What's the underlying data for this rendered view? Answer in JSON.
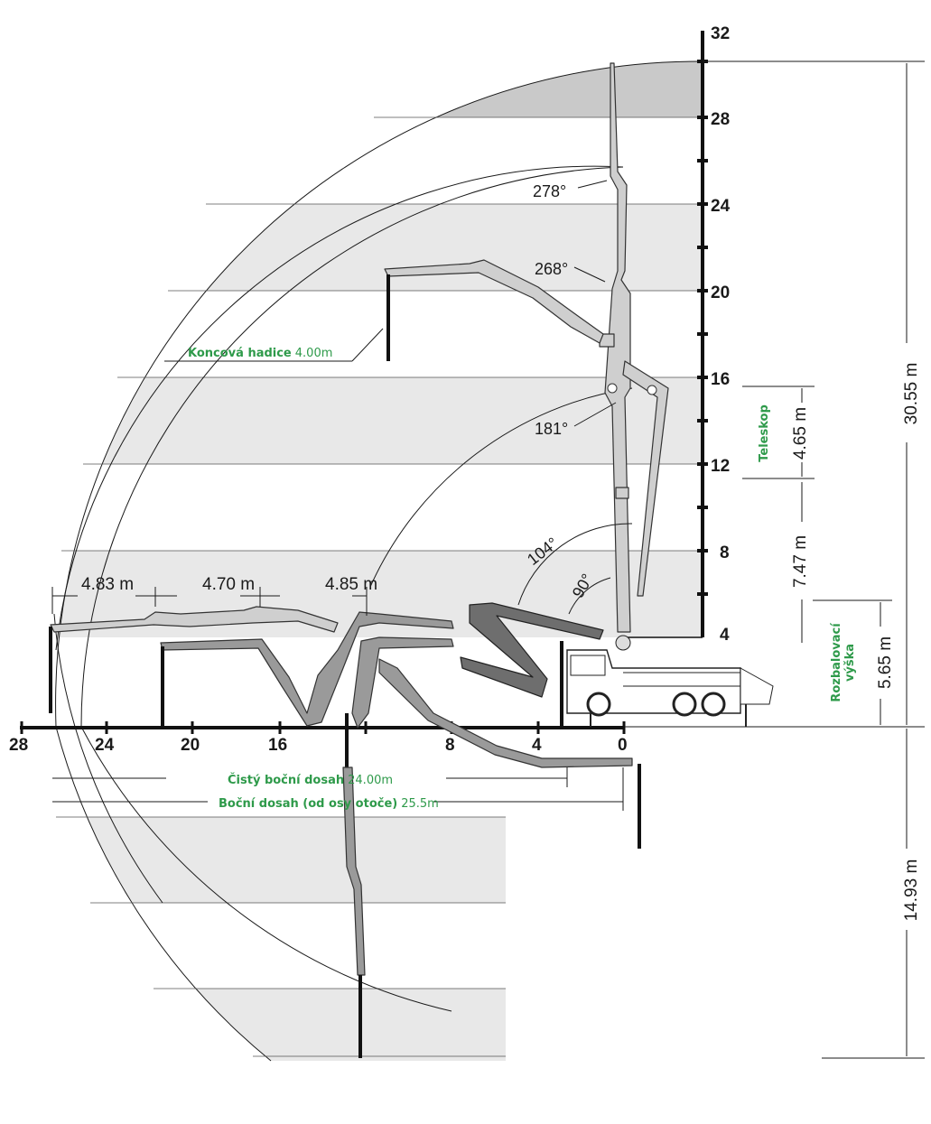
{
  "vertical_scale": {
    "ticks": [
      "32",
      "28",
      "24",
      "20",
      "16",
      "12",
      "8",
      "4"
    ]
  },
  "horizontal_scale": {
    "ticks": [
      "28",
      "24",
      "20",
      "16",
      "8",
      "4",
      "0"
    ]
  },
  "segment_dims": [
    "4.83 m",
    "4.70 m",
    "4.85 m"
  ],
  "angles": [
    "278°",
    "268°",
    "181°",
    "104°",
    "90°"
  ],
  "right_dims": {
    "total_height": "30.55 m",
    "telescope": "4.65 m",
    "mid_height": "7.47 m",
    "unfold_height": "5.65 m",
    "depth": "14.93 m"
  },
  "labels": {
    "telescope": "Teleskop",
    "unfold_line1": "Rozbalovací",
    "unfold_line2": "výška",
    "end_hose_bold": "Koncová hadice",
    "end_hose_value": "4.00m",
    "net_reach_bold": "Čistý boční dosah",
    "net_reach_value": "24.00m",
    "reach_bold": "Boční dosah (od osy otoče)",
    "reach_value": "25.5m"
  },
  "colors": {
    "band": "#e8e8e8",
    "band_dark": "#c9c9c9",
    "accent_green": "#2e9a4a"
  }
}
